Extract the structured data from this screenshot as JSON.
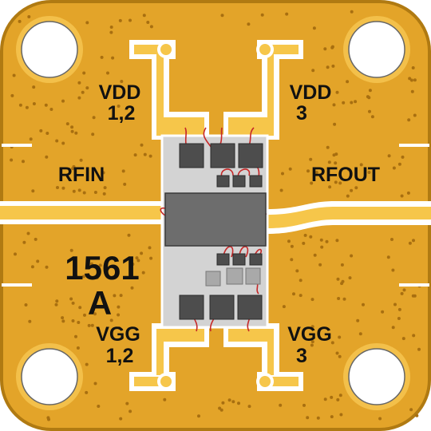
{
  "labels": {
    "vdd12": {
      "line1": "VDD",
      "line2": "1,2"
    },
    "vdd3": {
      "line1": "VDD",
      "line2": "3"
    },
    "rfin": "RFIN",
    "rfout": "RFOUT",
    "part": {
      "line1": "1561",
      "line2": "A"
    },
    "vgg12": {
      "line1": "VGG",
      "line2": "1,2"
    },
    "vgg3": {
      "line1": "VGG",
      "line2": "3"
    }
  },
  "colors": {
    "board_gold": "#e3a429",
    "board_edge": "#b07a12",
    "trace_gold": "#f6c64a",
    "via": "#a86f10",
    "die_body": "#d3d3d3",
    "chip": "#6d6d6d",
    "pad_dark": "#4d4d4d",
    "pad_light": "#a9a9a9",
    "bond_wire": "#c62828",
    "text": "#111111"
  }
}
